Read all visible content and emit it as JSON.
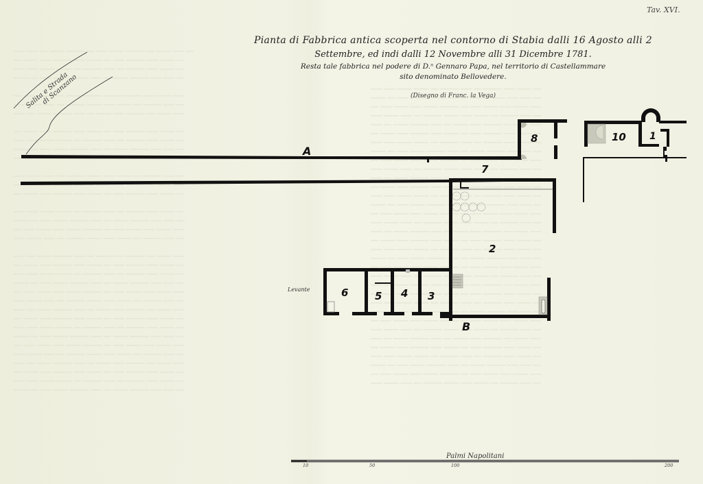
{
  "plate": {
    "plate_number": "Tav. XVI.",
    "title_line1": "Pianta di Fabbrica antica scoperta nel contorno di Stabia dalli 16 Agosto alli 2",
    "title_line2": "Settembre, ed indi dalli 12 Novembre alli 31 Dicembre 1781.",
    "title_line3": "Resta tale fabbrica nel podere di D.ⁿ Gennaro Papa, nel territorio di Castellammare",
    "title_line4": "sito denominato Bellovedere.",
    "credit": "(Disegno di Franc. la Vega)"
  },
  "plan": {
    "road_label_line1": "Salita e Strada",
    "road_label_line2": "di Scanzano",
    "orientation_label": "Levante",
    "points": [
      "A",
      "B"
    ],
    "rooms": [
      "1",
      "2",
      "3",
      "4",
      "5",
      "6",
      "7",
      "8",
      "10"
    ],
    "wall_color": "#111111",
    "feature_fill": "#c9c9bb"
  },
  "scale": {
    "title": "Palmi Napolitani",
    "ticks": [
      "10",
      "50",
      "100",
      "200"
    ]
  }
}
